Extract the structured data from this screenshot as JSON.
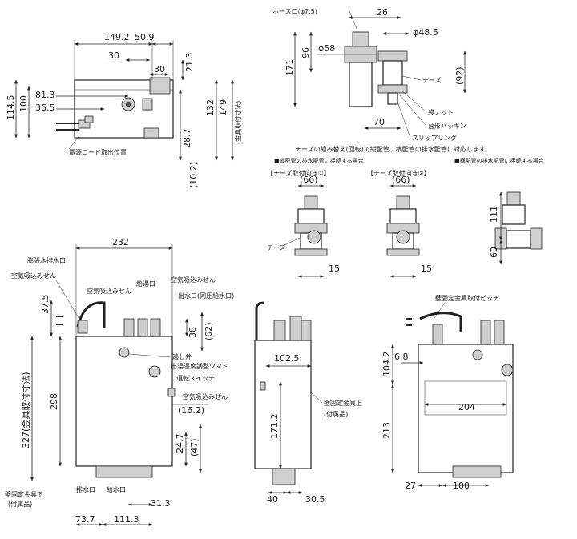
{
  "dimensions": {
    "d149_2": "149.2",
    "d50_9": "50.9",
    "d30a": "30",
    "d21_3": "21.3",
    "d30b": "30",
    "d81_3": "81.3",
    "d36_5": "36.5",
    "d114_5": "114.5",
    "d100a": "100",
    "d149": "149",
    "d28_7": "28.7",
    "d10_2": "(10.2)",
    "d132": "132",
    "d26": "26",
    "d48_5": "φ48.5",
    "d58": "φ58",
    "d96": "96",
    "d171": "171",
    "d92": "(92)",
    "d70": "70",
    "d7_5": "ホース口(φ7.5)",
    "d66a": "(66)",
    "d66b": "(66)",
    "d15a": "15",
    "d15b": "15",
    "d111": "111",
    "d60": "60",
    "d232": "232",
    "d37_5": "37.5",
    "d38": "38",
    "d62": "(62)",
    "d298": "298",
    "d327": "327(金具取付寸法)",
    "d24_7": "24.7",
    "d47": "(47)",
    "d16_2": "(16.2)",
    "d31_3": "31.3",
    "d73_7": "73.7",
    "d111_3": "111.3",
    "d102_5": "102.5",
    "d171_2": "171.2",
    "d40": "40",
    "d30_5": "30.5",
    "d104_2": "104.2",
    "d6_8": "6.8",
    "d204": "204",
    "d213": "213",
    "d27": "27",
    "d100b": "100"
  },
  "labels": {
    "power_cord": "電源コード取出位置",
    "bracket_mount": "(金具取付寸法)",
    "tee": "チーズ",
    "bag_nut": "袋ナット",
    "packing": "台形パッキン",
    "slip_ring": "スリップリング",
    "tee_note": "チーズの組み替え(回転)で縦配管、横配管の排水配管に対応します。",
    "vertical_note": "■縦配管の排水配管に接続する場合",
    "horizontal_note": "■横配管の排水配管に接続する場合",
    "tee_dir1": "【チーズ取付向き①】",
    "tee_dir2": "【チーズ取付向き②】",
    "tee_small": "チーズ",
    "expansion_drain": "膨張水排水口",
    "air_valve1": "空気吸込みせん",
    "air_valve2": "空気吸込みせん",
    "air_valve3": "空気吸込みせん",
    "hot_outlet": "給湯口",
    "outlet": "出水口(同圧給水口)",
    "relief_valve": "逃し弁",
    "temp_knob": "出湯温度調整ツマミ",
    "run_switch": "運転スイッチ",
    "air_valve4": "空気吸込みせん",
    "bracket_lower": "壁固定金具下",
    "included1": "(付属品)",
    "drain_port": "排水口",
    "water_inlet": "給水口",
    "bracket_upper": "壁固定金具上",
    "included2": "(付属品)",
    "bracket_pitch": "壁固定金具取付ピッチ"
  }
}
